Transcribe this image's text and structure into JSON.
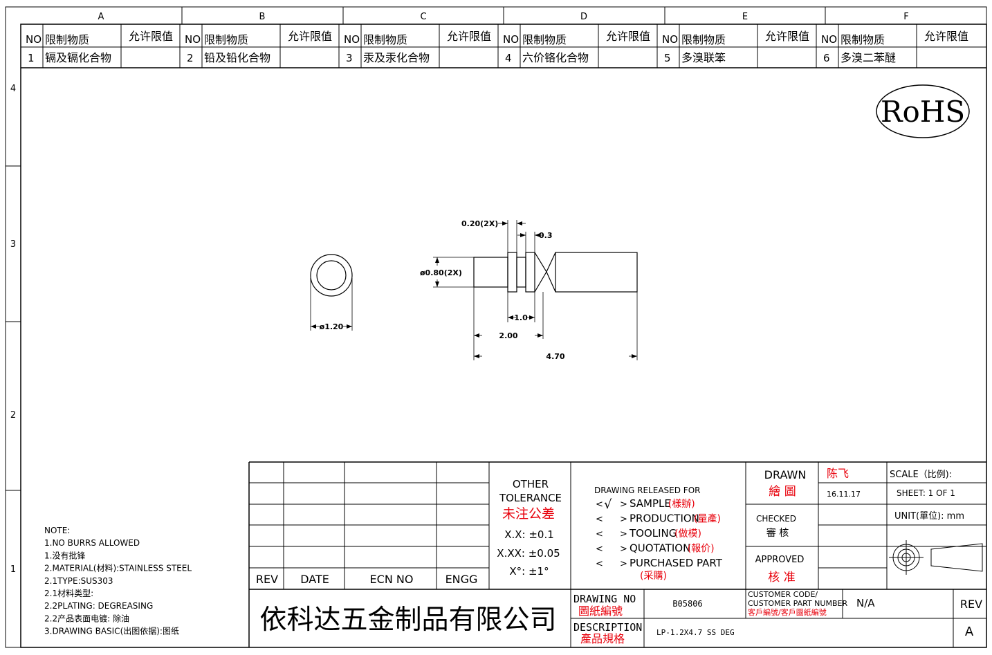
{
  "zone_columns": [
    "A",
    "B",
    "C",
    "D",
    "E",
    "F"
  ],
  "zone_rows": [
    "4",
    "3",
    "2",
    "1"
  ],
  "restricted_header": {
    "no": "NO",
    "substance": "限制物质",
    "limit": "允许限值"
  },
  "restricted_items": [
    {
      "no": "1",
      "substance": "镉及镉化合物",
      "limit": ""
    },
    {
      "no": "2",
      "substance": "铅及铅化合物",
      "limit": ""
    },
    {
      "no": "3",
      "substance": "汞及汞化合物",
      "limit": ""
    },
    {
      "no": "4",
      "substance": "六价铬化合物",
      "limit": ""
    },
    {
      "no": "5",
      "substance": "多溴联笨",
      "limit": ""
    },
    {
      "no": "6",
      "substance": "多溴二苯醚",
      "limit": ""
    }
  ],
  "rohs_label": "RoHS",
  "dimensions": {
    "groove_width": "0.20(2X)",
    "gap": "0.3",
    "diameter_small": "ø0.80(2X)",
    "diameter_head": "ø1.20",
    "groove_spacing": "1.0",
    "shank_length": "2.00",
    "overall_length": "4.70"
  },
  "notes": [
    "NOTE:",
    "1.NO BURRS ALLOWED",
    "1.没有批锋",
    "2.MATERIAL(材料):STAINLESS STEEL",
    "2.1TYPE:SUS303",
    "2.1材料类型:",
    "2.2PLATING: DEGREASING",
    "2.2产品表面电镀: 除油",
    "3.DRAWING BASIC(出图依据):图纸"
  ],
  "revision_table": {
    "rev": "REV",
    "date": "DATE",
    "ecn_no": "ECN NO",
    "engg": "ENGG"
  },
  "tolerance": {
    "title_line1": "OTHER",
    "title_line2": "TOLERANCE",
    "title_cn": "未注公差",
    "xx": "X.X: ±0.1",
    "xxx": "X.XX: ±0.05",
    "angle": "X°: ±1°"
  },
  "release": {
    "title": "DRAWING RELEASED FOR",
    "check_mark": "√",
    "options": [
      {
        "en": "SAMPLE",
        "cn": "(樣辦)",
        "checked": true
      },
      {
        "en": "PRODUCTION",
        "cn": "(量產)",
        "checked": false
      },
      {
        "en": "TOOLING",
        "cn": "(做模)",
        "checked": false
      },
      {
        "en": "QUOTATION",
        "cn": "(報价)",
        "checked": false
      },
      {
        "en": "PURCHASED PART",
        "cn": "(采購)",
        "checked": false
      }
    ]
  },
  "approval": {
    "drawn_en": "DRAWN",
    "drawn_cn": "繪 圖",
    "drawn_name": "陈飞",
    "drawn_date": "16.11.17",
    "checked_en": "CHECKED",
    "checked_cn": "審 核",
    "approved_en": "APPROVED",
    "approved_cn": "核 准"
  },
  "scale_label": "SCALE（比例):",
  "sheet_label": "SHEET:  1 OF 1",
  "unit_label": "UNIT(單位):  mm",
  "company_name": "依科达五金制品有限公司",
  "drawing_no_en": "DRAWING NO",
  "drawing_no_cn": "圖紙編號",
  "drawing_no": "B05806",
  "customer_code_en1": "CUSTOMER CODE/",
  "customer_code_en2": "CUSTOMER PART NUMBER",
  "customer_code_cn": "客戶編號/客戶圖紙編號",
  "customer_code": "N/A",
  "rev_label": "REV",
  "rev_value": "A",
  "description_en": "DESCRIPTION",
  "description_cn": "產品規格",
  "description": "LP-1.2X4.7 SS DEG",
  "colors": {
    "line": "#000000",
    "accent_red": "#e8000b"
  }
}
